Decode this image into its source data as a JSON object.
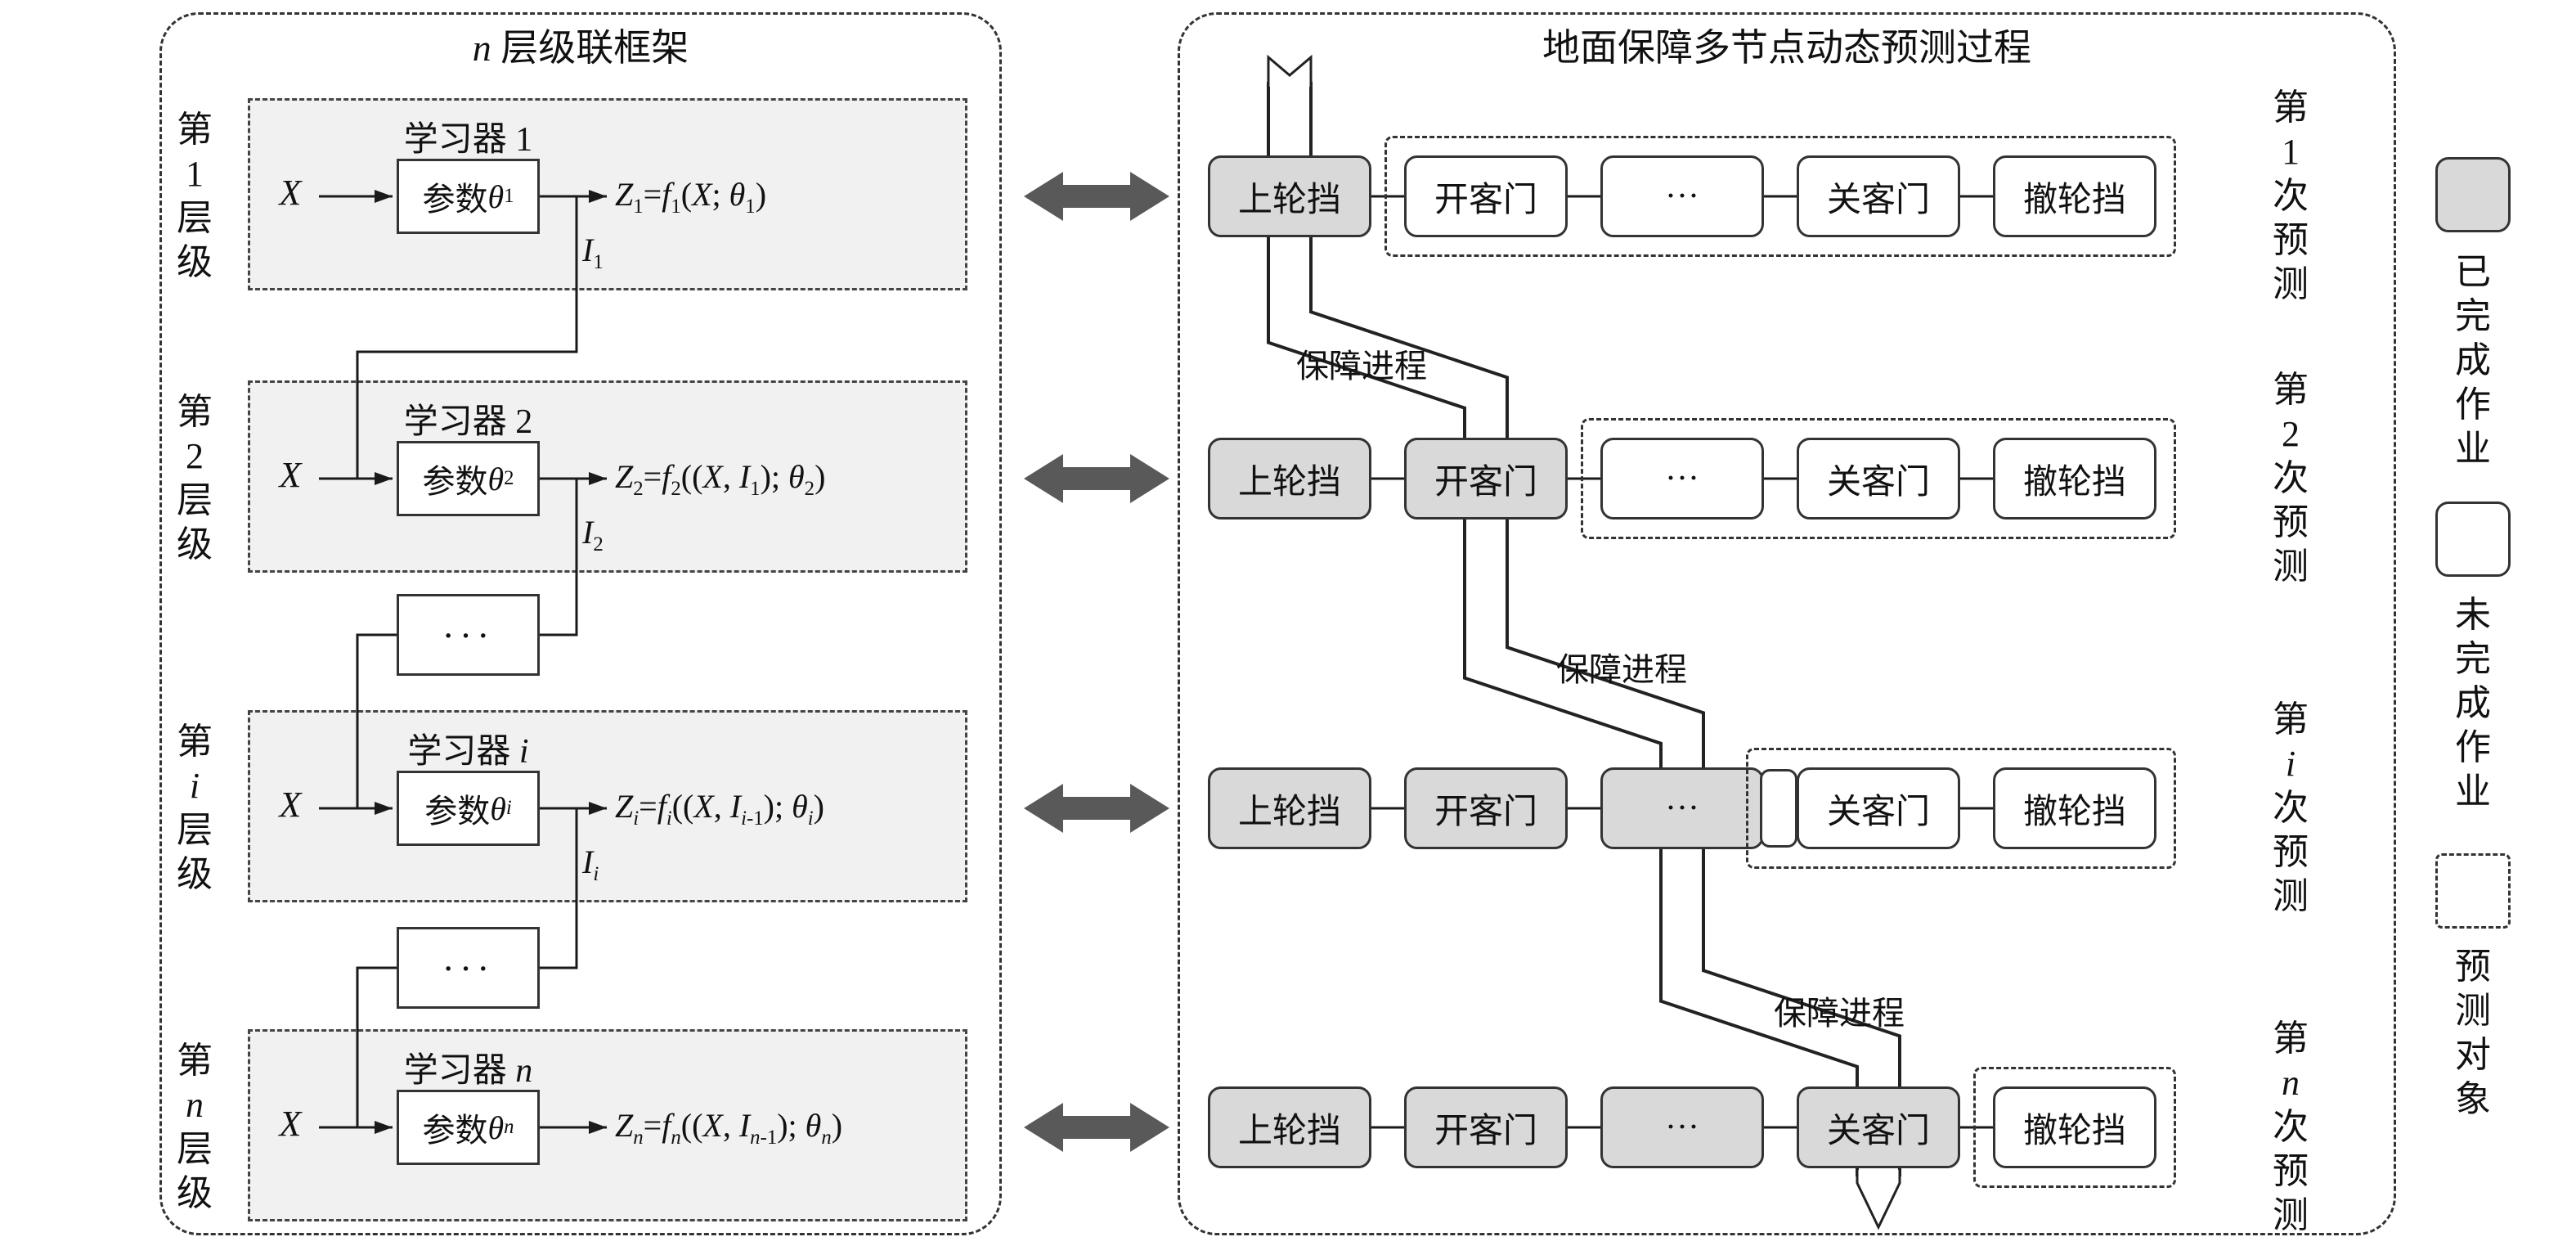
{
  "left_panel": {
    "title_html": "<i>n</i> 层级联框架",
    "dots": "···",
    "levels": [
      {
        "side_label_html": "第1层级",
        "learner_html": "学习器 1",
        "param_html": "参数 <i>θ</i><sub>1</sub>",
        "input_html": "<i>X</i>",
        "output_html": "<i>Z</i><sub>1</sub>=<i>f</i><sub>1</sub>(<i>X</i>; <i>θ</i><sub>1</sub>)",
        "feedback_html": "<i>I</i><sub>1</sub>"
      },
      {
        "side_label_html": "第2层级",
        "learner_html": "学习器 2",
        "param_html": "参数 <i>θ</i><sub>2</sub>",
        "input_html": "<i>X</i>",
        "output_html": "<i>Z</i><sub>2</sub>=<i>f</i><sub>2</sub>((<i>X</i>, <i>I</i><sub>1</sub>); <i>θ</i><sub>2</sub>)",
        "feedback_html": "<i>I</i><sub>2</sub>"
      },
      {
        "side_label_html": "第<i>i</i>层级",
        "learner_html": "学习器 <i>i</i>",
        "param_html": "参数 <i>θ</i><sub><i>i</i></sub>",
        "input_html": "<i>X</i>",
        "output_html": "<i>Z</i><sub><i>i</i></sub>=<i>f</i><sub><i>i</i></sub>((<i>X</i>, <i>I</i><sub><i>i</i>-1</sub>); <i>θ</i><sub><i>i</i></sub>)",
        "feedback_html": "<i>I</i><sub><i>i</i></sub>"
      },
      {
        "side_label_html": "第<i>n</i>层级",
        "learner_html": "学习器 <i>n</i>",
        "param_html": "参数 <i>θ</i><sub><i>n</i></sub>",
        "input_html": "<i>X</i>",
        "output_html": "<i>Z</i><sub><i>n</i></sub>=<i>f</i><sub><i>n</i></sub>((<i>X</i>, <i>I</i><sub><i>n</i>-1</sub>); <i>θ</i><sub><i>n</i></sub>)"
      }
    ]
  },
  "right_panel": {
    "title": "地面保障多节点动态预测过程",
    "progress_label": "保障进程",
    "rows": [
      {
        "side_label_html": "第1次预测",
        "nodes": [
          "上轮挡",
          "开客门",
          "···",
          "关客门",
          "撤轮挡"
        ],
        "completed": [
          true,
          false,
          false,
          false,
          false
        ]
      },
      {
        "side_label_html": "第2次预测",
        "nodes": [
          "上轮挡",
          "开客门",
          "···",
          "关客门",
          "撤轮挡"
        ],
        "completed": [
          true,
          true,
          false,
          false,
          false
        ]
      },
      {
        "side_label_html": "第<i>i</i>次预测",
        "nodes": [
          "上轮挡",
          "开客门",
          "···",
          "关客门",
          "撤轮挡"
        ],
        "completed": [
          true,
          true,
          true,
          false,
          false
        ]
      },
      {
        "side_label_html": "第<i>n</i>次预测",
        "nodes": [
          "上轮挡",
          "开客门",
          "···",
          "关客门",
          "撤轮挡"
        ],
        "completed": [
          true,
          true,
          true,
          true,
          false
        ]
      }
    ]
  },
  "legend": {
    "completed": "已完成作业",
    "uncompleted": "未完成作业",
    "prediction": "预测对象"
  },
  "colors": {
    "completed_fill": "#d9d9d9",
    "uncompleted_fill": "#ffffff",
    "level_block_fill": "#f1f1f1",
    "line": "#1a1a1a",
    "link_arrow": "#595959"
  }
}
